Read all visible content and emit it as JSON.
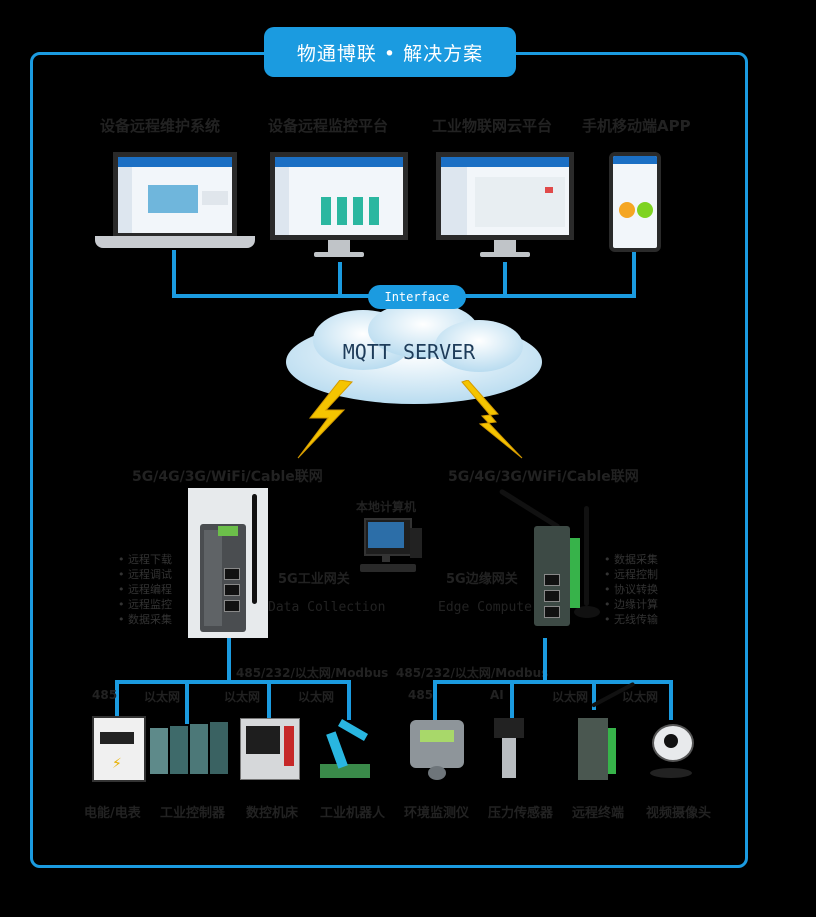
{
  "title": "物通博联 • 解决方案",
  "top_devices": [
    {
      "label": "设备远程维护系统"
    },
    {
      "label": "设备远程监控平台"
    },
    {
      "label": "工业物联网云平台"
    },
    {
      "label": "手机移动端APP"
    }
  ],
  "interface_label": "Interface",
  "server_label": "MQTT SERVER",
  "left_gateway": {
    "header": "5G/4G/3G/WiFi/Cable联网",
    "bullets": [
      "远程下载",
      "远程调试",
      "远程编程",
      "远程监控",
      "数据采集"
    ],
    "side_label": "5G工业网关",
    "sub_label": "Data Collection",
    "bus_label": "485/232/以太网/Modbus"
  },
  "center_pc": {
    "label": "本地计算机"
  },
  "right_gateway": {
    "header": "5G/4G/3G/WiFi/Cable联网",
    "bullets": [
      "数据采集",
      "远程控制",
      "协议转换",
      "边缘计算",
      "无线传输"
    ],
    "side_label": "5G边缘网关",
    "sub_label": "Edge Compute",
    "bus_label": "485/232/以太网/Modbus"
  },
  "left_ports": [
    "485",
    "以太网",
    "以太网",
    "以太网"
  ],
  "right_ports": [
    "485",
    "AI",
    "以太网",
    "以太网"
  ],
  "bottom_devices": [
    {
      "label": "电能/电表"
    },
    {
      "label": "工业控制器"
    },
    {
      "label": "数控机床"
    },
    {
      "label": "工业机器人"
    },
    {
      "label": "环境监测仪"
    },
    {
      "label": "压力传感器"
    },
    {
      "label": "远程终端"
    },
    {
      "label": "视频摄像头"
    }
  ],
  "colors": {
    "accent": "#1b9be0",
    "background": "#000000",
    "panel": "#ffffff"
  }
}
